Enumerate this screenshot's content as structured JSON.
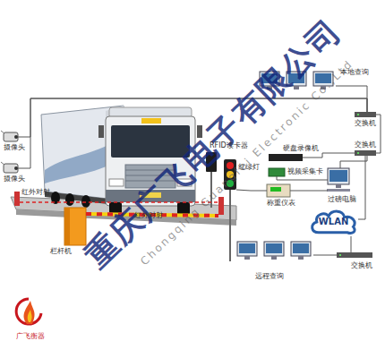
{
  "diagram": {
    "nodes": [
      {
        "text": [
          "摄像头"
        ]
      },
      {
        "text": [
          "摄像头"
        ]
      },
      {
        "text": [
          "红外对射"
        ]
      },
      {
        "text": [
          "红外对射"
        ]
      },
      {
        "text": [
          "栏杆机"
        ]
      },
      {
        "text": [
          "RFID读卡器"
        ]
      },
      {
        "text": [
          "红绿灯"
        ]
      },
      {
        "text": [
          "本地查询"
        ]
      },
      {
        "text": [
          "交换机"
        ]
      },
      {
        "text": [
          "硬盘录像机"
        ]
      },
      {
        "text": [
          "视频采集卡"
        ]
      },
      {
        "text": [
          "交换机"
        ]
      },
      {
        "text": [
          "称重仪表"
        ]
      },
      {
        "text": [
          "过磅电脑"
        ]
      },
      {
        "text": [
          "WLAN"
        ]
      },
      {
        "text": [
          "交换机"
        ]
      },
      {
        "text": [
          "远程查询"
        ]
      }
    ],
    "edges": [
      {
        "from": 0,
        "to": 8,
        "arrow": "none"
      },
      {
        "from": 1,
        "to": 8,
        "arrow": "none"
      },
      {
        "from": 7,
        "to": 8,
        "arrow": "none"
      },
      {
        "from": 8,
        "to": 11,
        "arrow": "none"
      },
      {
        "from": 9,
        "to": 11,
        "arrow": "none"
      },
      {
        "from": 13,
        "to": 11,
        "arrow": "none"
      },
      {
        "from": 10,
        "to": 13,
        "arrow": "none"
      },
      {
        "from": 12,
        "to": 13,
        "arrow": "none"
      },
      {
        "from": 6,
        "to": 12,
        "arrow": "none"
      },
      {
        "from": 11,
        "to": 14,
        "arrow": "none"
      },
      {
        "from": 14,
        "to": 15,
        "arrow": "none"
      },
      {
        "from": 15,
        "to": 16,
        "arrow": "none"
      },
      {
        "from": 2,
        "to": 3,
        "arrow": "none"
      }
    ],
    "labels": [
      "重庆广飞电子有限公司",
      "Chongqing Guangfei Electronic Co.,Ltd",
      "广飞衡器"
    ]
  }
}
